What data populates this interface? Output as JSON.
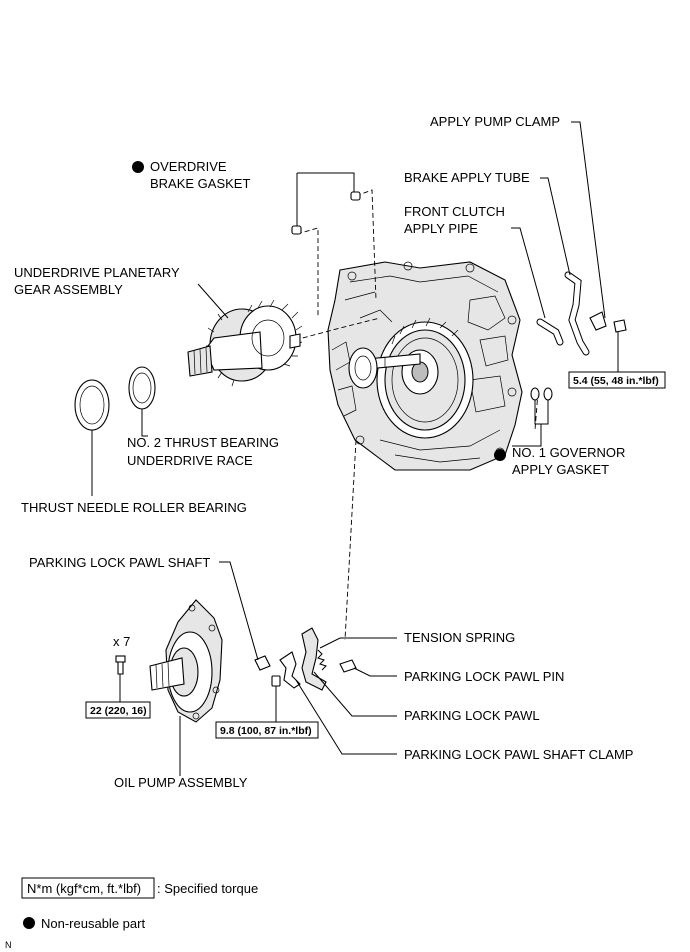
{
  "labels": {
    "apply_pump_clamp": "APPLY PUMP CLAMP",
    "overdrive_brake_gasket_l1": "OVERDRIVE",
    "overdrive_brake_gasket_l2": "BRAKE GASKET",
    "brake_apply_tube": "BRAKE APPLY TUBE",
    "front_clutch_apply_pipe_l1": "FRONT CLUTCH",
    "front_clutch_apply_pipe_l2": "APPLY PIPE",
    "underdrive_planetary_l1": "UNDERDRIVE PLANETARY",
    "underdrive_planetary_l2": "GEAR ASSEMBLY",
    "no2_thrust_bearing_l1": "NO. 2 THRUST BEARING",
    "no2_thrust_bearing_l2": "UNDERDRIVE RACE",
    "no1_governor_gasket_l1": "NO. 1 GOVERNOR",
    "no1_governor_gasket_l2": "APPLY GASKET",
    "thrust_needle_roller_bearing": "THRUST NEEDLE ROLLER BEARING",
    "parking_lock_pawl_shaft": "PARKING LOCK PAWL SHAFT",
    "tension_spring": "TENSION SPRING",
    "parking_lock_pawl_pin": "PARKING LOCK PAWL PIN",
    "parking_lock_pawl": "PARKING LOCK PAWL",
    "parking_lock_pawl_shaft_clamp": "PARKING LOCK PAWL SHAFT CLAMP",
    "oil_pump_assembly": "OIL PUMP ASSEMBLY",
    "bolt_quantity": "x 7"
  },
  "torques": {
    "apply_pump_clamp_bolt": "5.4 (55, 48 in.*lbf)",
    "oil_pump_bolt": "22 (220, 16)",
    "shaft_clamp_bolt": "9.8 (100, 87 in.*lbf)"
  },
  "legend": {
    "torque_box": "N*m (kgf*cm, ft.*lbf)",
    "torque_desc": ": Specified torque",
    "non_reusable": "Non-reusable part"
  },
  "corner_mark": "N"
}
